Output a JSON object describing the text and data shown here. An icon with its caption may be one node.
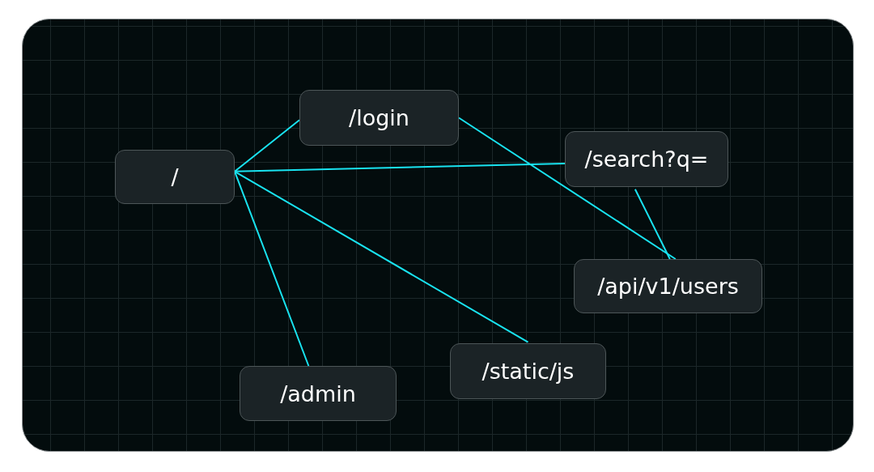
{
  "diagram": {
    "nodes": [
      {
        "text": [
          "/"
        ]
      },
      {
        "text": [
          "/login"
        ]
      },
      {
        "text": [
          "/search?q="
        ]
      },
      {
        "text": [
          "/api/v1/users"
        ]
      },
      {
        "text": [
          "/static/js"
        ]
      },
      {
        "text": [
          "/admin"
        ]
      }
    ],
    "edges": [
      {
        "from": 0,
        "to": 1,
        "arrow": "none"
      },
      {
        "from": 0,
        "to": 2,
        "arrow": "none"
      },
      {
        "from": 0,
        "to": 4,
        "arrow": "none"
      },
      {
        "from": 0,
        "to": 5,
        "arrow": "none"
      },
      {
        "from": 1,
        "to": 3,
        "arrow": "none"
      },
      {
        "from": 2,
        "to": 3,
        "arrow": "none"
      }
    ]
  }
}
